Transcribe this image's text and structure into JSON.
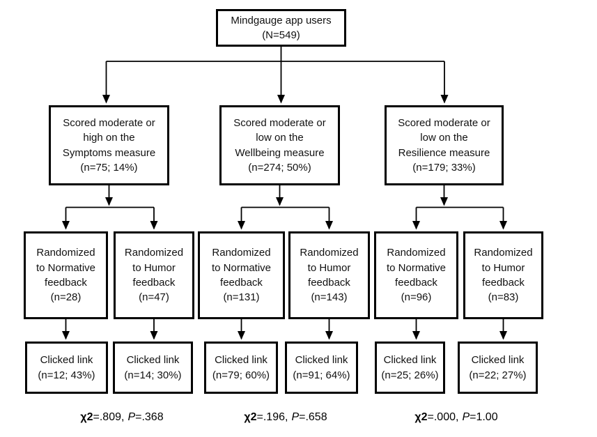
{
  "root": {
    "text": "Mindgauge app users\n(N=549)"
  },
  "groups": [
    {
      "screen": {
        "text": "Scored moderate or\nhigh on the\nSymptoms measure\n(n=75; 14%)"
      },
      "normative": {
        "text": "Randomized\nto Normative\nfeedback\n(n=28)"
      },
      "humor": {
        "text": "Randomized\nto Humor\nfeedback\n(n=47)"
      },
      "normative_clicked": {
        "text": "Clicked link\n(n=12; 43%)"
      },
      "humor_clicked": {
        "text": "Clicked link\n(n=14; 30%)"
      },
      "stat": {
        "chi_label": "χ2",
        "chi_rest": "=.809,",
        "p_label": "P",
        "p_rest": "=.368"
      }
    },
    {
      "screen": {
        "text": "Scored moderate or\nlow on the\nWellbeing measure\n(n=274; 50%)"
      },
      "normative": {
        "text": "Randomized\nto Normative\nfeedback\n(n=131)"
      },
      "humor": {
        "text": "Randomized\nto Humor\nfeedback\n(n=143)"
      },
      "normative_clicked": {
        "text": "Clicked link\n(n=79; 60%)"
      },
      "humor_clicked": {
        "text": "Clicked link\n(n=91; 64%)"
      },
      "stat": {
        "chi_label": "χ2",
        "chi_rest": "=.196,",
        "p_label": "P",
        "p_rest": "=.658"
      }
    },
    {
      "screen": {
        "text": "Scored moderate or\nlow on the\nResilience measure\n(n=179; 33%)"
      },
      "normative": {
        "text": "Randomized\nto Normative\nfeedback\n(n=96)"
      },
      "humor": {
        "text": "Randomized\nto Humor\nfeedback\n(n=83)"
      },
      "normative_clicked": {
        "text": "Clicked link\n(n=25; 26%)"
      },
      "humor_clicked": {
        "text": "Clicked link\n(n=22; 27%)"
      },
      "stat": {
        "chi_label": "χ2",
        "chi_rest": "=.000,",
        "p_label": "P",
        "p_rest": "=1.00"
      }
    }
  ],
  "colors": {
    "line": "#000000",
    "box_border": "#000000",
    "background": "#ffffff"
  }
}
